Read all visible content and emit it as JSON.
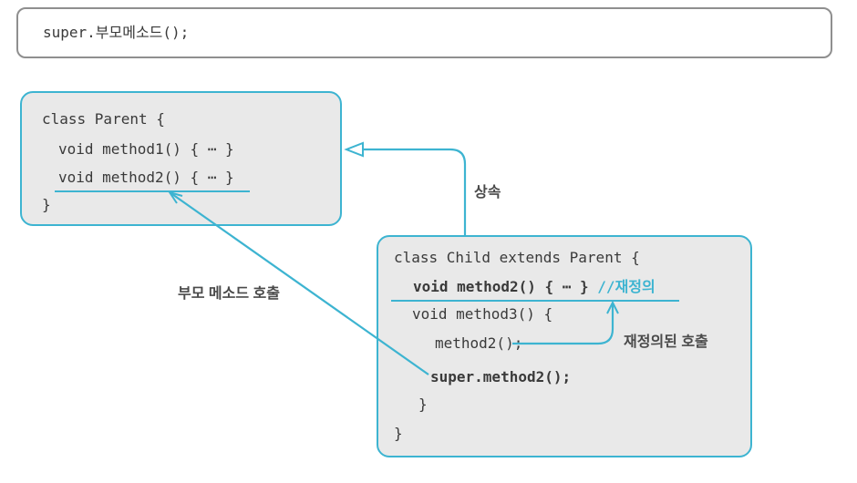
{
  "colors": {
    "accent": "#3db4d1",
    "box_bg": "#e9e9e9",
    "code_text": "#3a3a3a",
    "gray_border": "#8f8f8f",
    "label_text": "#4a4a4a"
  },
  "syntax_box": {
    "code": "super.부모메소드();"
  },
  "parent_box": {
    "line1": "class Parent {",
    "line2": "void method1() { ⋯ }",
    "line3": "void method2() { ⋯ }",
    "line4": "}"
  },
  "child_box": {
    "line1": "class Child extends Parent {",
    "line2_code": "void method2() { ⋯ } ",
    "line2_comment": "//재정의",
    "line3": "void method3() {",
    "line4": "method2();",
    "line5": "super.method2();",
    "line6": "}",
    "line7": "}"
  },
  "labels": {
    "inheritance": "상속",
    "parent_method_call": "부모 메소드 호출",
    "overridden_call": "재정의된 호출"
  }
}
